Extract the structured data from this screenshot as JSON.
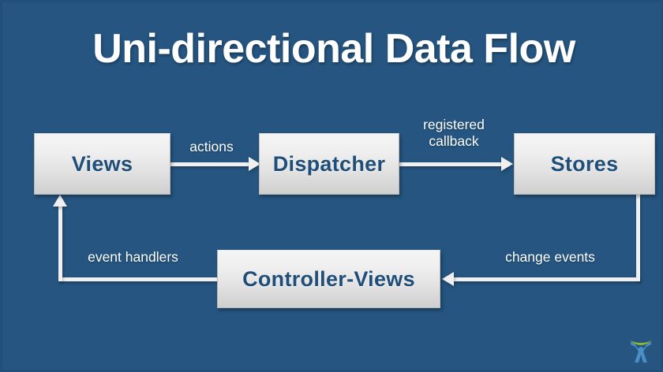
{
  "slide": {
    "title": "Uni-directional Data Flow",
    "background_color": "#255580",
    "node_text_color": "#1f4e79",
    "arrow_color": "#f0f0f0",
    "label_text_color": "#ffffff"
  },
  "nodes": [
    {
      "id": "views",
      "label": "Views"
    },
    {
      "id": "dispatcher",
      "label": "Dispatcher"
    },
    {
      "id": "stores",
      "label": "Stores"
    },
    {
      "id": "controller",
      "label": "Controller-Views"
    }
  ],
  "edges": [
    {
      "id": "views-to-dispatcher",
      "label": "actions",
      "from": "views",
      "to": "dispatcher"
    },
    {
      "id": "dispatcher-to-stores",
      "label": "registered\ncallback",
      "from": "dispatcher",
      "to": "stores"
    },
    {
      "id": "stores-to-controller",
      "label": "change events",
      "from": "stores",
      "to": "controller"
    },
    {
      "id": "controller-to-views",
      "label": "event handlers",
      "from": "controller",
      "to": "views"
    }
  ],
  "logo": {
    "name": "figure-with-arc-logo",
    "figure_color": "#4a8fc4",
    "arc_color": "#8cba2a"
  }
}
